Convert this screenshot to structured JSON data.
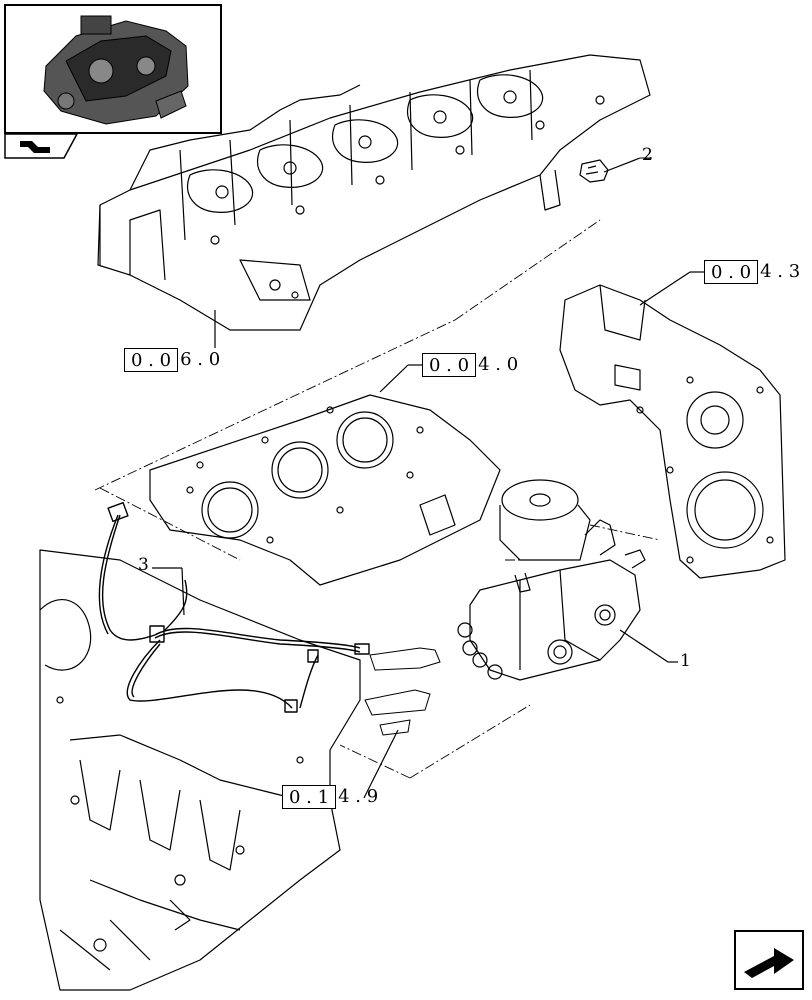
{
  "references": [
    {
      "id": "ref-0060",
      "boxed": "0 . 0",
      "rest": "6 . 0"
    },
    {
      "id": "ref-0040",
      "boxed": "0 . 0",
      "rest": "4 . 0"
    },
    {
      "id": "ref-0043",
      "boxed": "0 . 0",
      "rest": "4 . 3"
    },
    {
      "id": "ref-0149",
      "boxed": "0 . 1",
      "rest": "4 . 9"
    }
  ],
  "callouts": [
    "1",
    "2",
    "3"
  ],
  "icons": {
    "thumbnail": "engine-thumbnail-icon",
    "tab": "assembly-tab-icon",
    "nav": "next-page-arrow-icon"
  },
  "colors": {
    "line": "#000000",
    "background": "#ffffff"
  }
}
